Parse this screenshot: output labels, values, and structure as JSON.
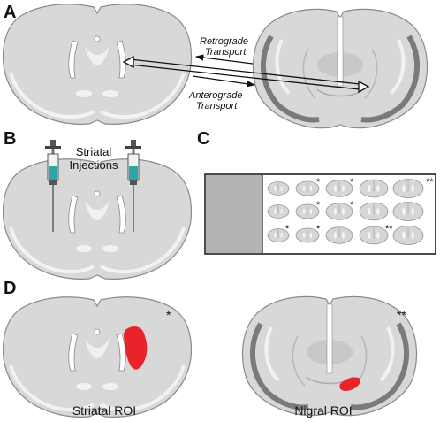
{
  "panels": {
    "a": "A",
    "b": "B",
    "c": "C",
    "d": "D"
  },
  "panel_a": {
    "retrograde_line1": "Retrograde",
    "retrograde_line2": "Transport",
    "anterograde_line1": "Anterograde",
    "anterograde_line2": "Transport"
  },
  "panel_b": {
    "injection_line1": "Striatal",
    "injection_line2": "Injections"
  },
  "panel_c": {
    "slide_marks": [
      "*",
      "*",
      "**",
      "*",
      "*",
      "*",
      "*",
      "**"
    ]
  },
  "panel_d": {
    "striatal_mark": "*",
    "nigral_mark": "**",
    "striatal_caption": "Striatal ROI",
    "nigral_caption": "Nigral ROI"
  },
  "colors": {
    "roi": "#e8232a",
    "tissue": "#d9d9d9",
    "tissue_outline": "#8a8a8a",
    "slide_label": "#b3b3b3"
  }
}
